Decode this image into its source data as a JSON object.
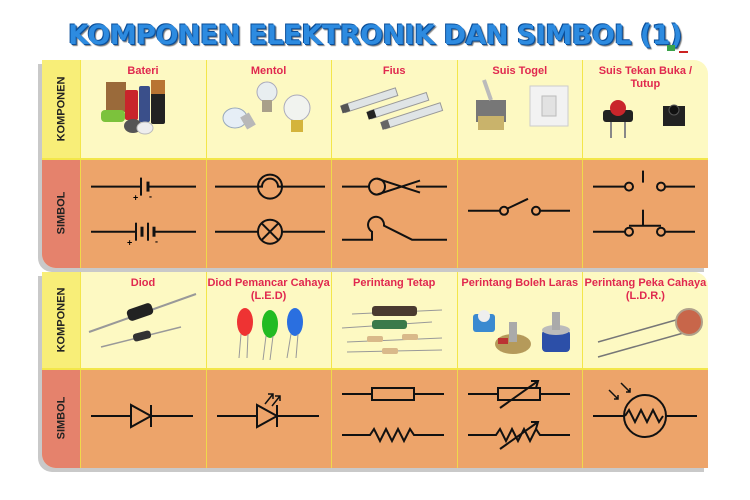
{
  "title": "KOMPONEN ELEKTRONIK DAN SIMBOL (1)",
  "row_labels": {
    "component": "KOMPONEN",
    "symbol": "SIMBOL"
  },
  "colors": {
    "title": "#2d8be0",
    "component_row": "#fdf9c2",
    "symbol_row": "#eda46a",
    "label_component": "#f8ee78",
    "label_symbol": "#e5826c",
    "item_name": "#e0284f"
  },
  "panels": [
    {
      "items": [
        {
          "name": "Bateri",
          "picture": "batteries",
          "symbols": [
            "cell-symbol",
            "battery-symbol"
          ]
        },
        {
          "name": "Mentol",
          "picture": "bulbs",
          "symbols": [
            "lamp-filament-symbol",
            "lamp-cross-symbol"
          ]
        },
        {
          "name": "Fius",
          "picture": "fuses",
          "symbols": [
            "fuse-loop-symbol",
            "fuse-s-symbol"
          ]
        },
        {
          "name": "Suis Togel",
          "picture": "toggle-switches",
          "symbols": [
            "switch-symbol"
          ]
        },
        {
          "name": "Suis Tekan Buka / Tutup",
          "picture": "push-buttons",
          "symbols": [
            "push-switch-open-symbol",
            "push-switch-closed-symbol"
          ]
        }
      ]
    },
    {
      "items": [
        {
          "name": "Diod",
          "picture": "diodes",
          "symbols": [
            "diode-symbol"
          ]
        },
        {
          "name": "Diod Pemancar Cahaya (L.E.D)",
          "picture": "leds",
          "symbols": [
            "led-symbol"
          ]
        },
        {
          "name": "Perintang Tetap",
          "picture": "resistors",
          "symbols": [
            "resistor-box-symbol",
            "resistor-zigzag-symbol"
          ]
        },
        {
          "name": "Perintang Boleh Laras",
          "picture": "potentiometers",
          "symbols": [
            "variable-resistor-box-symbol",
            "variable-resistor-zigzag-symbol"
          ]
        },
        {
          "name": "Perintang Peka Cahaya (L.D.R.)",
          "picture": "ldr",
          "symbols": [
            "ldr-symbol"
          ]
        }
      ]
    }
  ]
}
